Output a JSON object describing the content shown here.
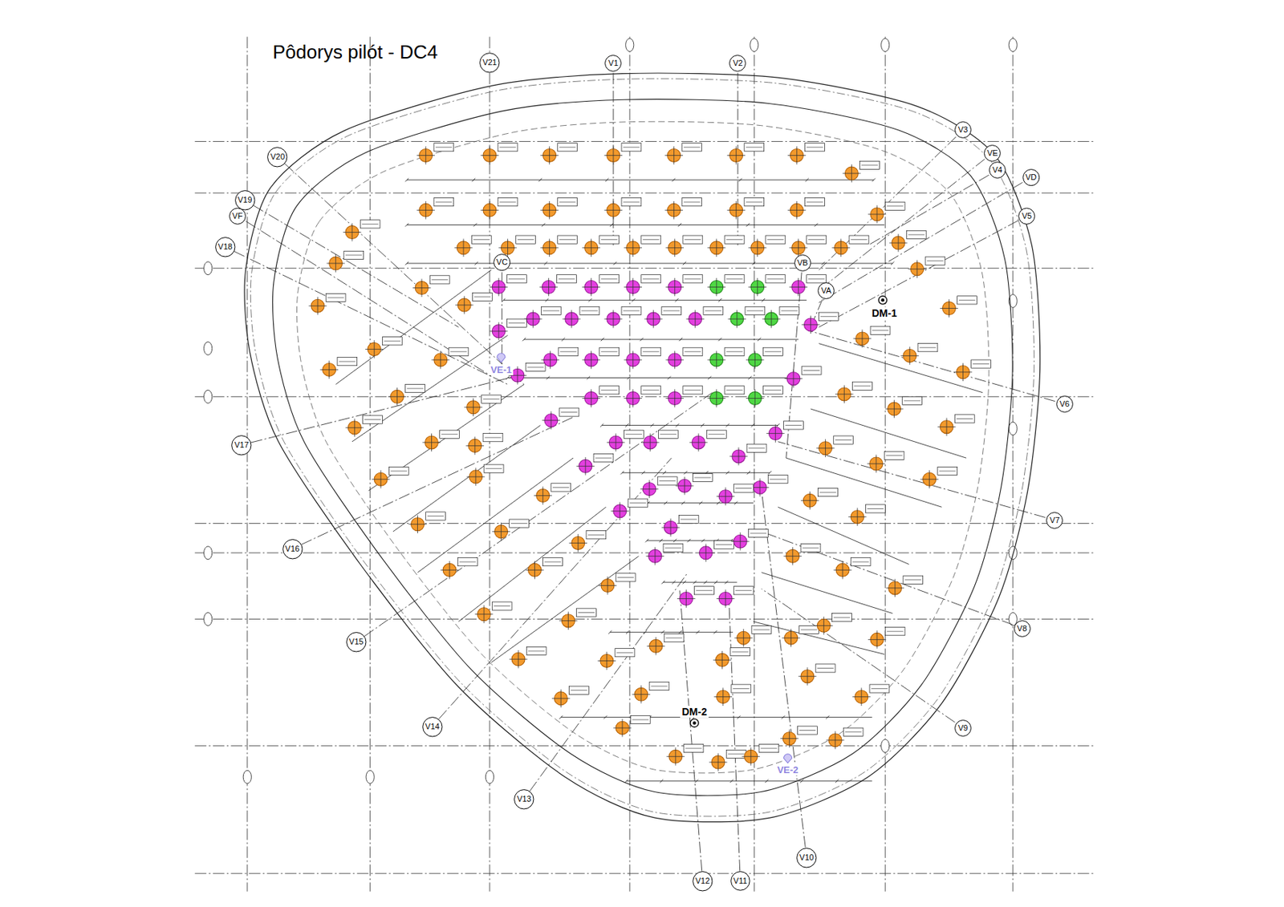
{
  "diagram": {
    "title": "Pôdorys pilót - DC4",
    "nodes": [
      {
        "text": [
          "V21"
        ]
      },
      {
        "text": [
          "V1"
        ]
      },
      {
        "text": [
          "V2"
        ]
      },
      {
        "text": [
          "V3"
        ]
      },
      {
        "text": [
          "VE"
        ]
      },
      {
        "text": [
          "V4"
        ]
      },
      {
        "text": [
          "VD"
        ]
      },
      {
        "text": [
          "V20"
        ]
      },
      {
        "text": [
          "V19"
        ]
      },
      {
        "text": [
          "V5"
        ]
      },
      {
        "text": [
          "VF"
        ]
      },
      {
        "text": [
          "V18"
        ]
      },
      {
        "text": [
          "VC"
        ]
      },
      {
        "text": [
          "VB"
        ]
      },
      {
        "text": [
          "VA"
        ]
      },
      {
        "text": [
          "V6"
        ]
      },
      {
        "text": [
          "V17"
        ]
      },
      {
        "text": [
          "V7"
        ]
      },
      {
        "text": [
          "V16"
        ]
      },
      {
        "text": [
          "V8"
        ]
      },
      {
        "text": [
          "V15"
        ]
      },
      {
        "text": [
          "V14"
        ]
      },
      {
        "text": [
          "V9"
        ]
      },
      {
        "text": [
          "V13"
        ]
      },
      {
        "text": [
          "V10"
        ]
      },
      {
        "text": [
          "V12"
        ]
      },
      {
        "text": [
          "V11"
        ]
      }
    ],
    "labels": [
      "DM-1",
      "DM-2",
      "VE-1",
      "VE-2"
    ]
  }
}
